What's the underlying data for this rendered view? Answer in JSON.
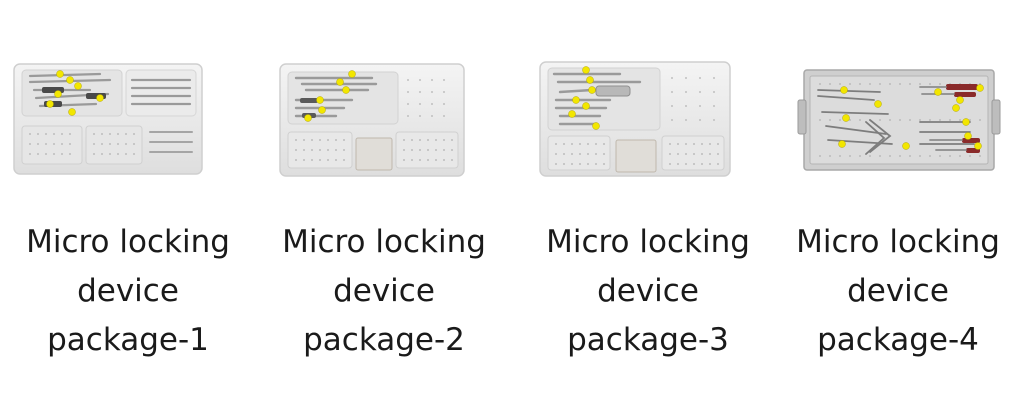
{
  "products": [
    {
      "caption": [
        "Micro locking",
        "device",
        "package-1"
      ]
    },
    {
      "caption": [
        "Micro locking",
        "device",
        "package-2"
      ]
    },
    {
      "caption": [
        "Micro locking",
        "device",
        "package-3"
      ]
    },
    {
      "caption": [
        "Micro locking",
        "device",
        "package-4"
      ]
    }
  ],
  "colors": {
    "tray_white": "#eeeeee",
    "tray_edge": "#cfcfcf",
    "label_yellow": "#f2e600",
    "handle_red": "#8a2a2a",
    "metal_tray": "#c9c9c9",
    "caption_text": "#1a1a1a"
  }
}
